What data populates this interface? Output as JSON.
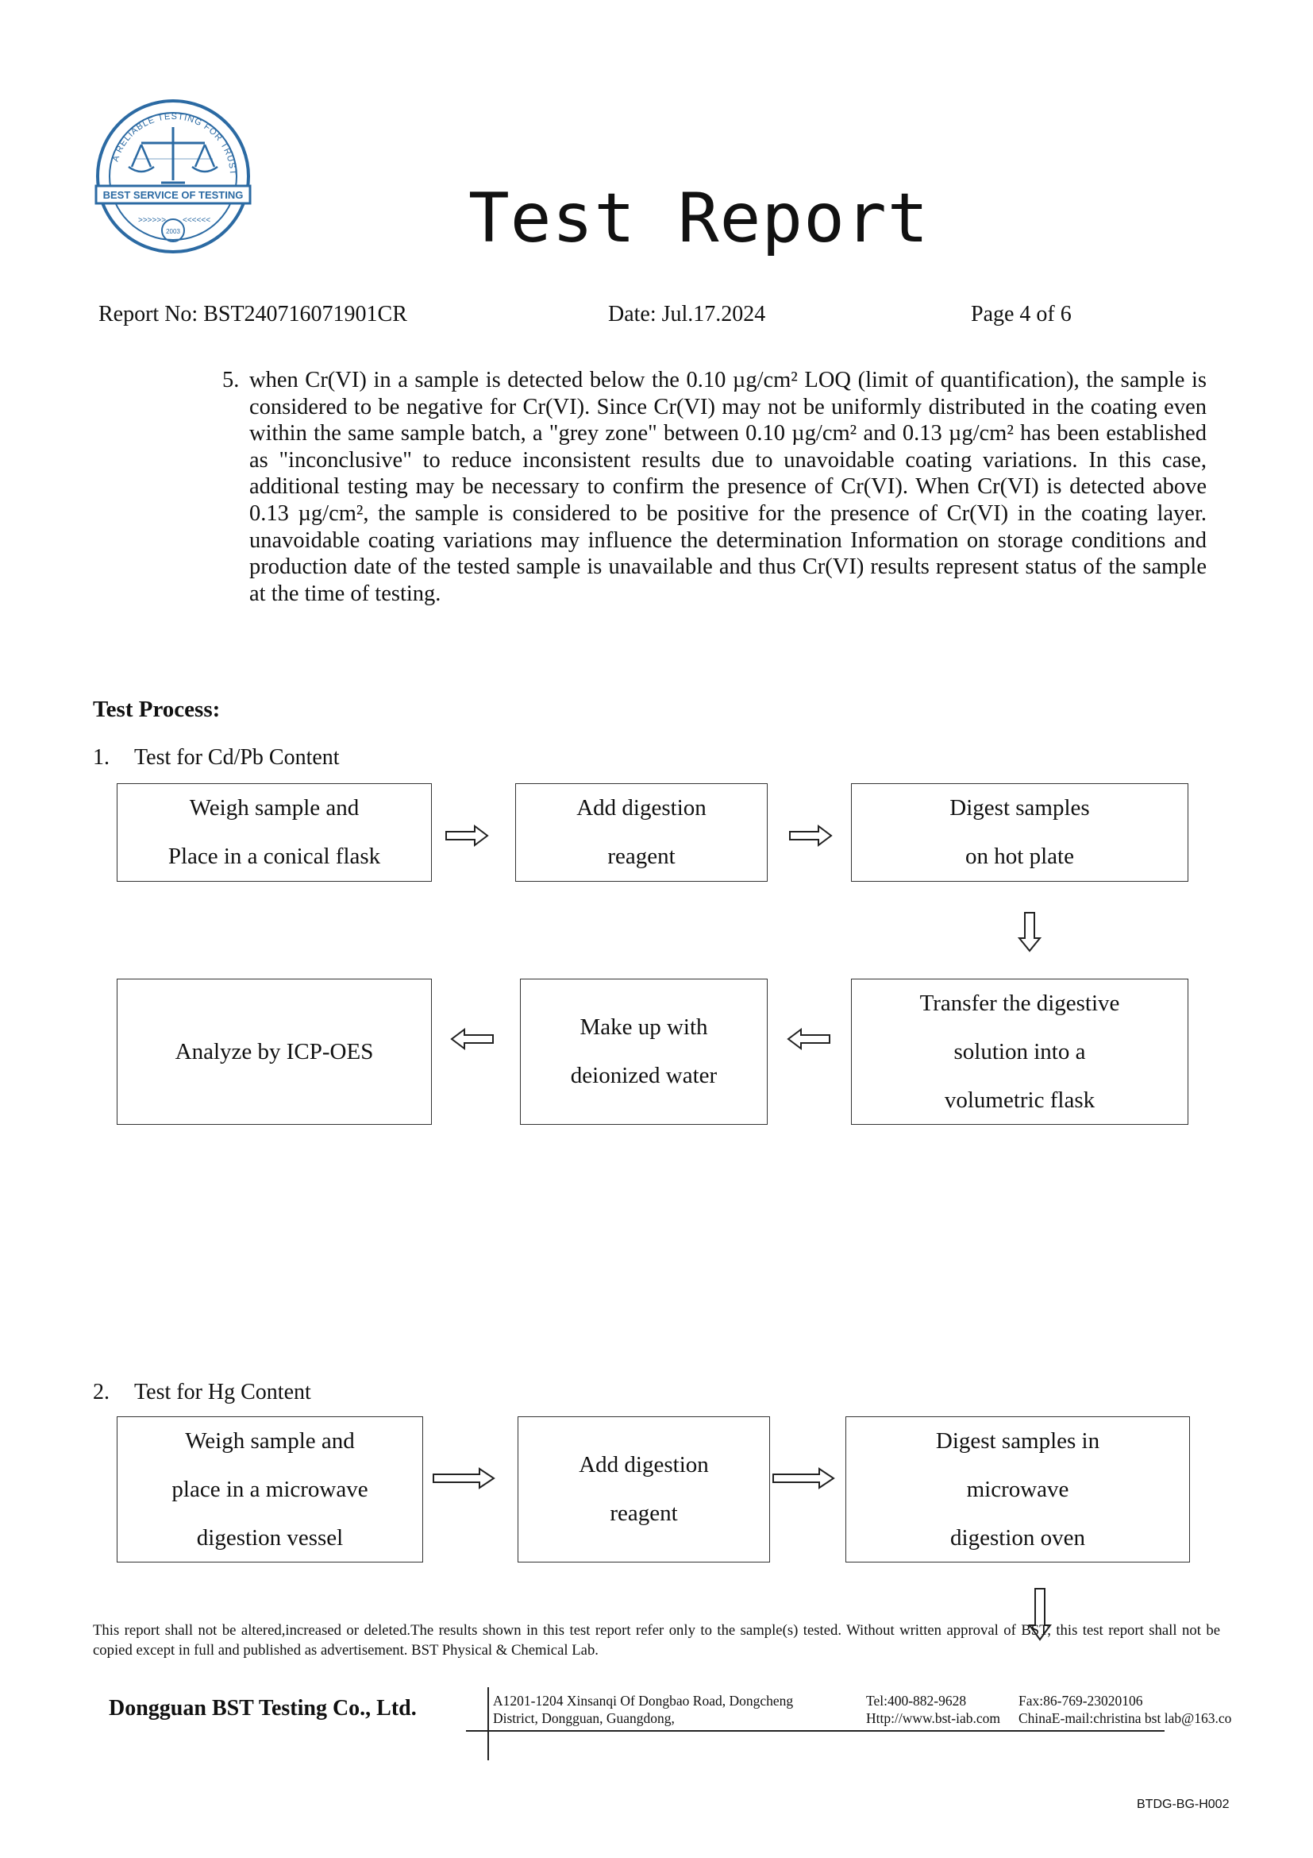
{
  "logo": {
    "ring_text": "A RELIABLE TESTING FOR TRUST",
    "banner_text": "BEST SERVICE OF TESTING",
    "year": "2003",
    "color": "#2b6aa3"
  },
  "header": {
    "title": "Test Report",
    "report_no": "Report No: BST240716071901CR",
    "date": "Date: Jul.17.2024",
    "page": "Page 4 of 6"
  },
  "note": {
    "number": "5.",
    "text": "when Cr(VI) in a sample is detected below the 0.10 µg/cm² LOQ (limit of quantification), the sample is considered to be negative for Cr(VI). Since Cr(VI) may not be uniformly distributed in the coating even within the same sample batch, a \"grey zone\" between 0.10 µg/cm² and 0.13 µg/cm² has been established as \"inconclusive\" to reduce inconsistent results due to unavoidable coating variations. In this case, additional testing may be necessary to confirm the presence of Cr(VI). When Cr(VI) is detected above 0.13 µg/cm², the sample is considered to be positive for the presence of Cr(VI) in the coating layer. unavoidable coating variations may influence the determination Information on storage conditions and production date of the tested sample is unavailable and thus Cr(VI) results represent status of the sample at the time of testing."
  },
  "process": {
    "heading": "Test Process:",
    "step1": {
      "number": "1.",
      "title": "Test for Cd/Pb Content",
      "boxes": [
        [
          "Weigh sample and",
          "Place in a conical flask"
        ],
        [
          "Add digestion",
          "reagent"
        ],
        [
          "Digest samples",
          "on hot plate"
        ],
        [
          "Transfer the digestive",
          "solution into a",
          "volumetric flask"
        ],
        [
          "Make up with",
          "deionized water"
        ],
        [
          "Analyze by ICP-OES"
        ]
      ]
    },
    "step2": {
      "number": "2.",
      "title": "Test for Hg Content",
      "boxes": [
        [
          "Weigh sample and",
          "place in a microwave",
          "digestion vessel"
        ],
        [
          "Add digestion",
          "reagent"
        ],
        [
          "Digest samples in",
          "microwave",
          "digestion oven"
        ]
      ]
    }
  },
  "footer": {
    "disclaimer": "This report shall not be altered,increased or deleted.The results shown in this test report refer only to the sample(s) tested. Without written approval of BST, this test report shall not be copied except in full and published as advertisement. BST Physical & Chemical Lab.",
    "company": "Dongguan BST Testing Co., Ltd.",
    "address_line1": "A1201-1204 Xinsanqi Of Dongbao Road, Dongcheng",
    "address_line2": "District, Dongguan, Guangdong,",
    "tel": "Tel:400-882-9628",
    "web": "Http://www.bst-iab.com",
    "fax": "Fax:86-769-23020106",
    "email": "ChinaE-mail:christina bst lab@163.co",
    "form_code": "BTDG-BG-H002"
  }
}
